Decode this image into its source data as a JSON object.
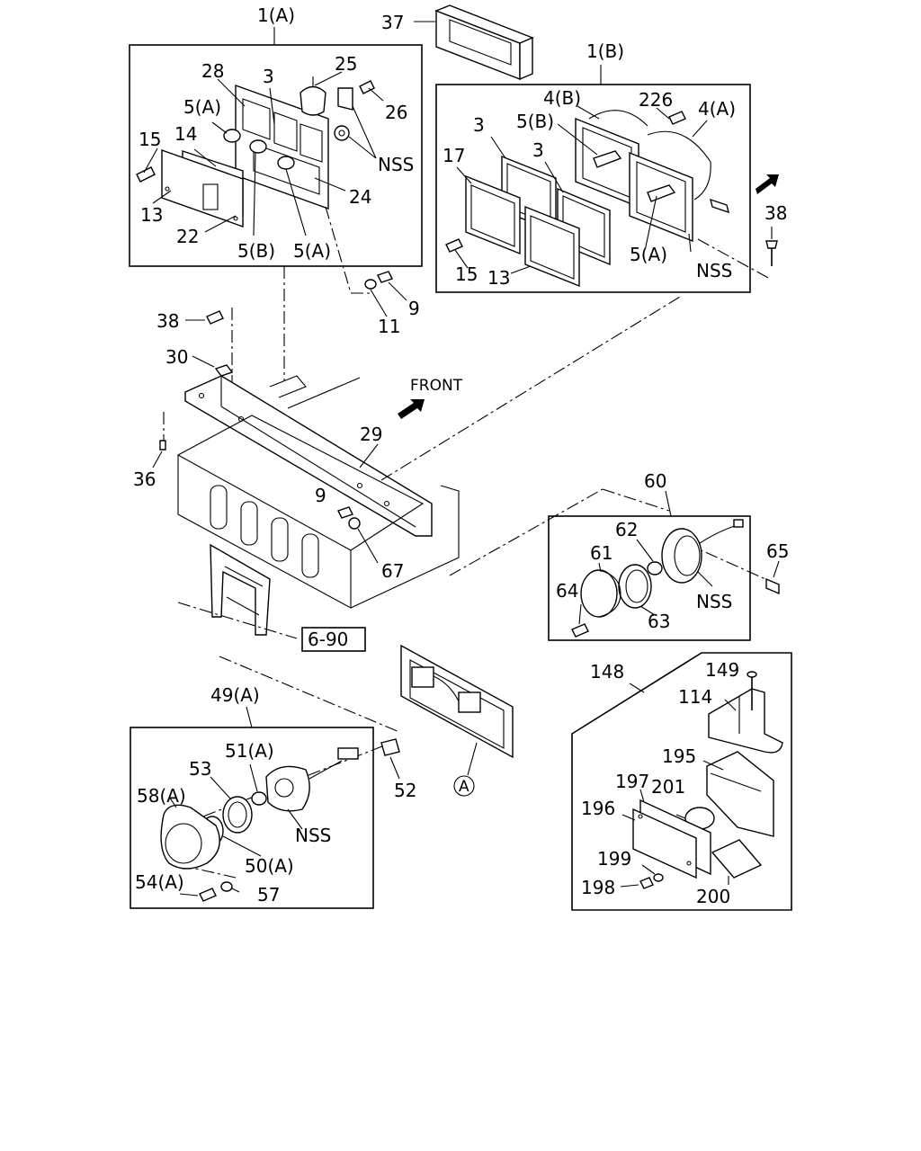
{
  "labels": {
    "g1a": "1(A)",
    "g1b": "1(B)",
    "p37": "37",
    "p28": "28",
    "p3a": "3",
    "p25": "25",
    "p26": "26",
    "p5a_1": "5(A)",
    "p15a": "15",
    "p14": "14",
    "p13a": "13",
    "p22": "22",
    "p5b_1": "5(B)",
    "p5a_2": "5(A)",
    "p24": "24",
    "nss1": "NSS",
    "p9a": "9",
    "p11": "11",
    "p4b": "4(B)",
    "p226": "226",
    "p4a": "4(A)",
    "p3b": "3",
    "p5b_2": "5(B)",
    "p17": "17",
    "p3c": "3",
    "p15b": "15",
    "p13b": "13",
    "p5a_3": "5(A)",
    "nss2": "NSS",
    "p38a": "38",
    "p38b": "38",
    "p30": "30",
    "front": "FRONT",
    "p29": "29",
    "p36": "36",
    "p9b": "9",
    "p67": "67",
    "p690": "6-90",
    "p60": "60",
    "p62": "62",
    "p61": "61",
    "p65": "65",
    "p64": "64",
    "p63": "63",
    "nss3": "NSS",
    "p49a": "49(A)",
    "p51a": "51(A)",
    "p53": "53",
    "p58a": "58(A)",
    "nss4": "NSS",
    "p50a": "50(A)",
    "p54a": "54(A)",
    "p57": "57",
    "p52": "52",
    "circA": "A",
    "p148": "148",
    "p149": "149",
    "p114": "114",
    "p195": "195",
    "p197": "197",
    "p201": "201",
    "p196": "196",
    "p199": "199",
    "p198": "198",
    "p200": "200"
  }
}
